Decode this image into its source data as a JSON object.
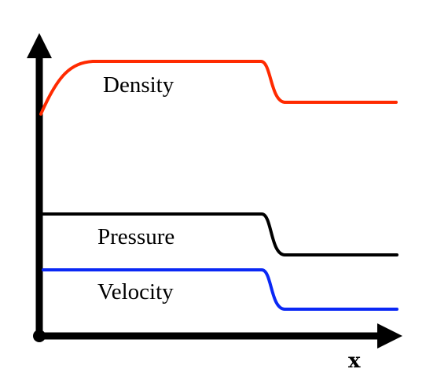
{
  "diagram": {
    "x_axis_label": "x",
    "curves": [
      {
        "id": "density",
        "label": "Density",
        "color": "#ff2a00"
      },
      {
        "id": "pressure",
        "label": "Pressure",
        "color": "#000000"
      },
      {
        "id": "velocity",
        "label": "Velocity",
        "color": "#0a28f5"
      }
    ],
    "axis_color": "#000000"
  }
}
